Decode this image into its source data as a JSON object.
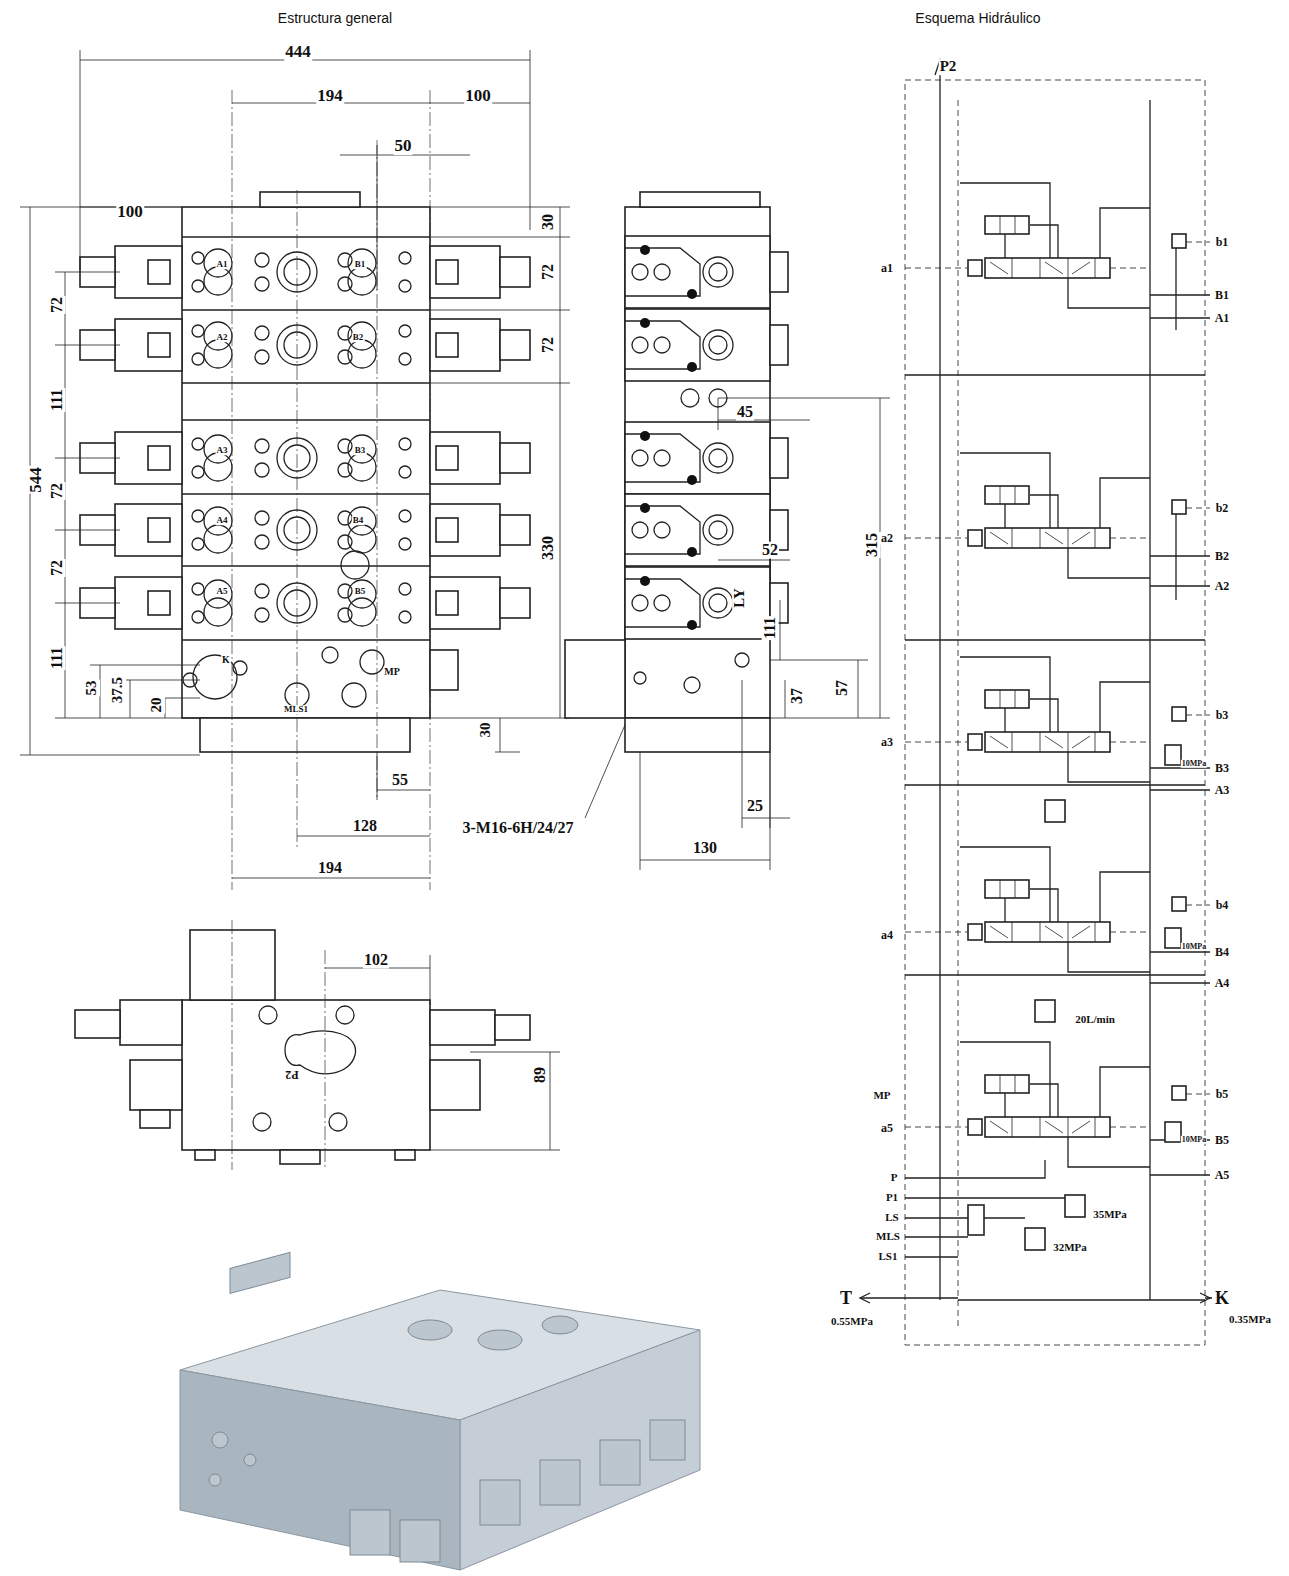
{
  "diagram": {
    "labels": [
      "Estructura general",
      "Esquema Hidráulico",
      "444",
      "194",
      "100",
      "50",
      "100",
      "30",
      "72",
      "72",
      "72",
      "111",
      "544",
      "72",
      "72",
      "330",
      "111",
      "53",
      "37.5",
      "20",
      "30",
      "55",
      "128",
      "194",
      "3-M16-6H/24/27",
      "A1",
      "B1",
      "A2",
      "B2",
      "A3",
      "B3",
      "A4",
      "B4",
      "A5",
      "B5",
      "K",
      "MP",
      "MLS1",
      "45",
      "315",
      "52",
      "LY",
      "111",
      "57",
      "37",
      "25",
      "130",
      "102",
      "89",
      "P2",
      "P2",
      "b1",
      "a1",
      "B1",
      "A1",
      "b2",
      "a2",
      "B2",
      "A2",
      "b3",
      "a3",
      "10MPa",
      "B3",
      "A3",
      "b4",
      "a4",
      "10MPa",
      "B4",
      "A4",
      "20L/min",
      "MP",
      "b5",
      "a5",
      "10MPa",
      "B5",
      "A5",
      "P",
      "P1",
      "35MPa",
      "LS",
      "MLS",
      "32MPa",
      "LS1",
      "T",
      "K",
      "0.55MPa",
      "0.35MPa"
    ]
  }
}
